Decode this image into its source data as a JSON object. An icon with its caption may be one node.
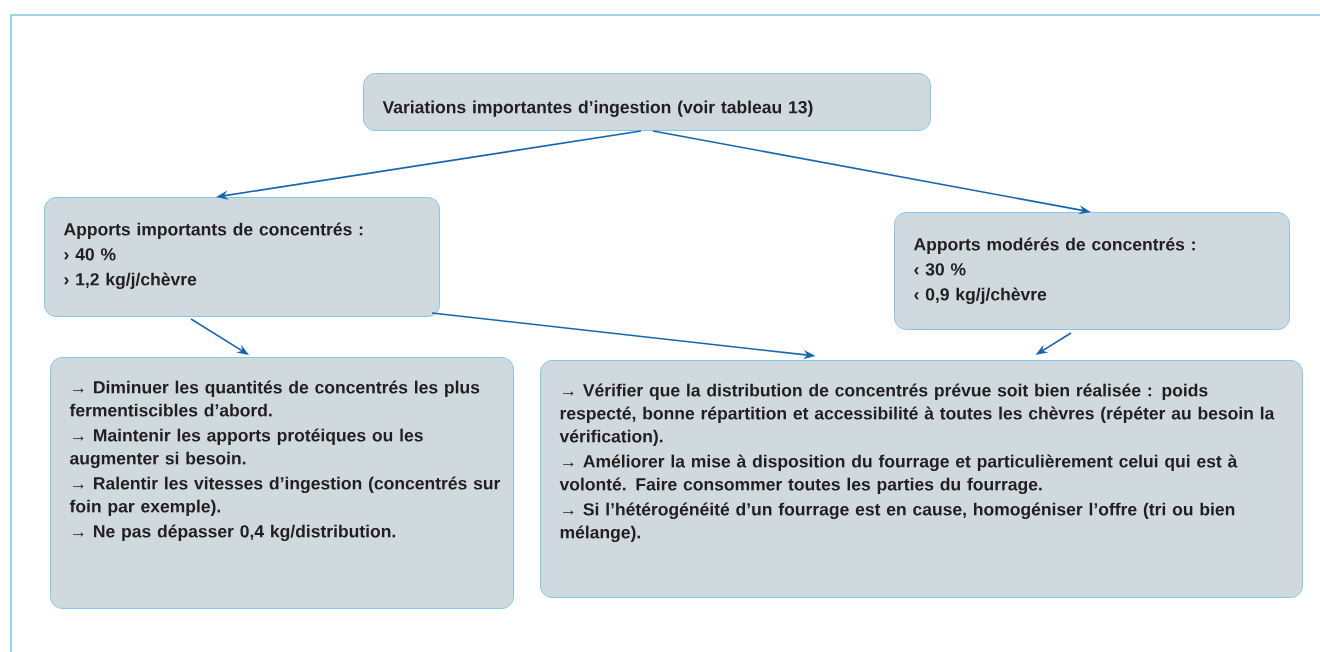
{
  "diagram": {
    "nodes": [
      {
        "text": [
          "Variations importantes d’ingestion (voir tableau 13)"
        ]
      },
      {
        "text": [
          "Apports importants de concentrés :",
          "› 40 %",
          "› 1,2 kg/j/chèvre"
        ]
      },
      {
        "text": [
          "Apports modérés de concentrés :",
          "‹ 30 %",
          "‹ 0,9 kg/j/chèvre"
        ]
      },
      {
        "text": [
          "→ Diminuer les quantités de concentrés les plus fermentiscibles d’abord.",
          "→ Maintenir les apports protéiques ou les augmenter si besoin.",
          "→ Ralentir les vitesses d’ingestion (concentrés sur foin par exemple).",
          "→ Ne pas dépasser 0,4 kg/distribution."
        ]
      },
      {
        "text": [
          "→ Vérifier que la distribution de concentrés prévue soit bien réalisée : poids respecté, bonne répartition et accessibilité à toutes les chèvres (répéter au besoin la vérification).",
          "→ Améliorer la mise à disposition du fourrage et particulièrement celui qui est à volonté. Faire consommer toutes les parties du fourrage.",
          "→ Si l’hétérogénéité d’un fourrage est en cause, homogéniser l’offre (tri ou bien mélange)."
        ]
      }
    ],
    "edges": [
      {
        "from": 0,
        "to": 1,
        "arrow": "to"
      },
      {
        "from": 0,
        "to": 2,
        "arrow": "to"
      },
      {
        "from": 1,
        "to": 3,
        "arrow": "to"
      },
      {
        "from": 1,
        "to": 4,
        "arrow": "to"
      },
      {
        "from": 2,
        "to": 4,
        "arrow": "to"
      }
    ]
  }
}
